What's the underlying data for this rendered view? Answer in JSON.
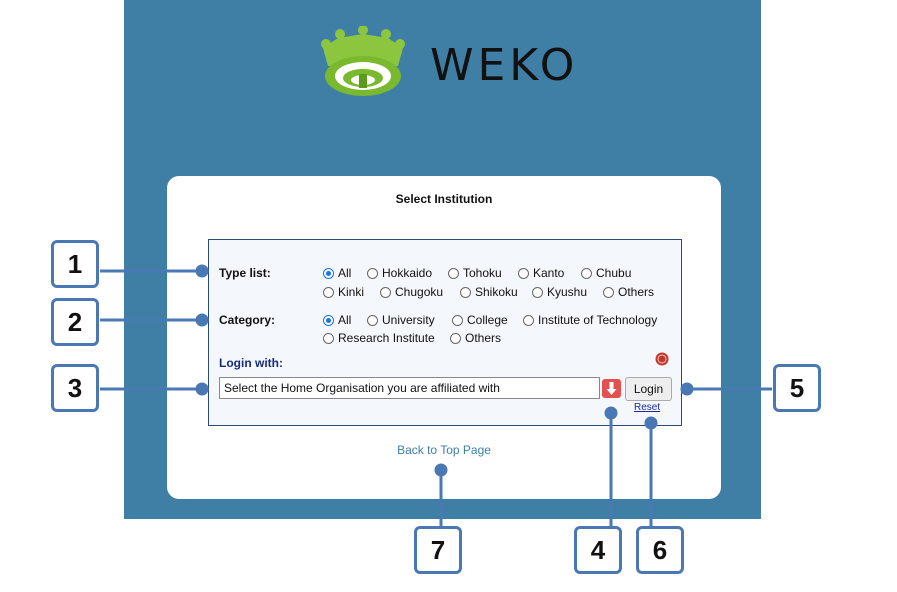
{
  "brand": {
    "name": "WEKO"
  },
  "card": {
    "title": "Select Institution",
    "type_list": {
      "label": "Type list:",
      "options": [
        "All",
        "Hokkaido",
        "Tohoku",
        "Kanto",
        "Chubu",
        "Kinki",
        "Chugoku",
        "Shikoku",
        "Kyushu",
        "Others"
      ],
      "selected": "All"
    },
    "category": {
      "label": "Category:",
      "options": [
        "All",
        "University",
        "College",
        "Institute of Technology",
        "Research Institute",
        "Others"
      ],
      "selected": "All"
    },
    "login_with": {
      "label": "Login with:",
      "input_value": "Select the Home Organisation you are affiliated with",
      "login_label": "Login",
      "reset_label": "Reset"
    },
    "back_link": "Back to Top Page"
  },
  "callouts": [
    "1",
    "2",
    "3",
    "4",
    "5",
    "6",
    "7"
  ],
  "icons": {
    "logo": "weko-crown-logo",
    "seal": "seal-icon",
    "dropdown": "arrow-down-icon"
  },
  "colors": {
    "panel": "#3f7fa6",
    "callout_border": "#4a78b4",
    "accent": "#1a73e8"
  }
}
